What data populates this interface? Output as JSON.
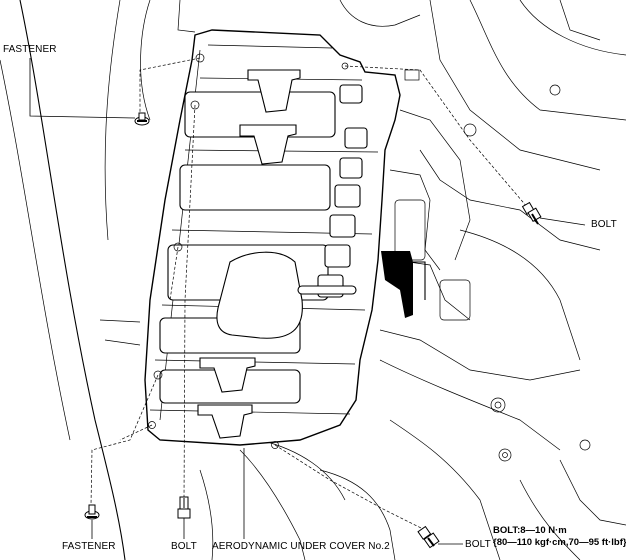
{
  "labels": {
    "fastener_top": "FASTENER",
    "bolt_right": "BOLT",
    "fastener_bottom": "FASTENER",
    "bolt_bottom_left": "BOLT",
    "cover": "AERODYNAMIC UNDER COVER No.2",
    "bolt_bottom_right": "BOLT"
  },
  "torque_spec": {
    "line1": "BOLT:8—10 N·m",
    "line2": "{80—110 kgf·cm,70—95 ft·lbf}"
  }
}
